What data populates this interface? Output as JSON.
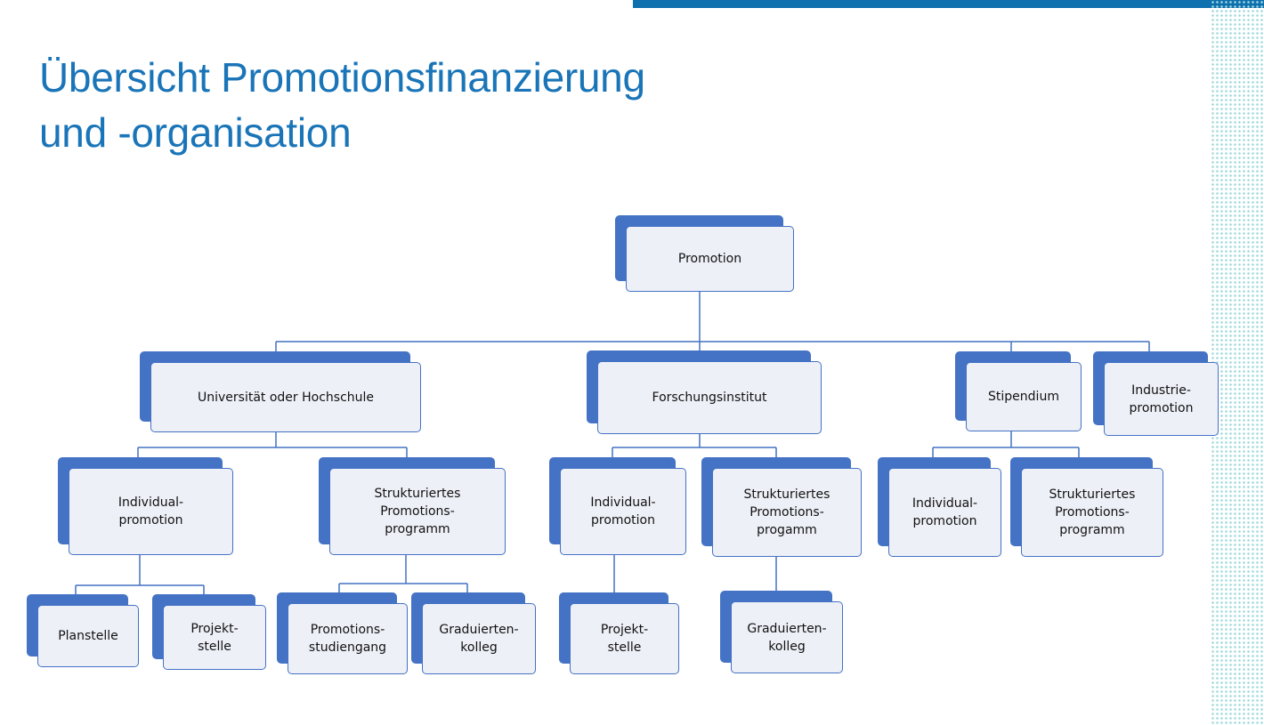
{
  "title": {
    "line1": "Übersicht Promotionsfinanzierung",
    "line2": "und -organisation"
  },
  "diagram": {
    "root": "Promotion",
    "universitaet": {
      "label": "Universität oder Hochschule",
      "individual": "Individual-\npromotion",
      "strukturiert": "Strukturiertes\nPromotions-\nprogramm",
      "planstelle": "Planstelle",
      "projektstelle": "Projekt-\nstelle",
      "studiengang": "Promotions-\nstudiengang",
      "graduiertenkolleg": "Graduierten-\nkolleg"
    },
    "forschungsinstitut": {
      "label": "Forschungsinstitut",
      "individual": "Individual-\npromotion",
      "strukturiert": "Strukturiertes\nPromotions-\nprogamm",
      "projektstelle": "Projekt-\nstelle",
      "graduiertenkolleg": "Graduierten-\nkolleg"
    },
    "stipendium": {
      "label": "Stipendium",
      "individual": "Individual-\npromotion",
      "strukturiert": "Strukturiertes\nPromotions-\nprogramm"
    },
    "industrie": "Industrie-\npromotion"
  },
  "colors": {
    "accent_blue": "#4472c4",
    "box_fill": "#eef0f8",
    "title_blue": "#1a75b8",
    "top_bar": "#0f70b0",
    "dot_pattern": "#9fd9dc"
  }
}
